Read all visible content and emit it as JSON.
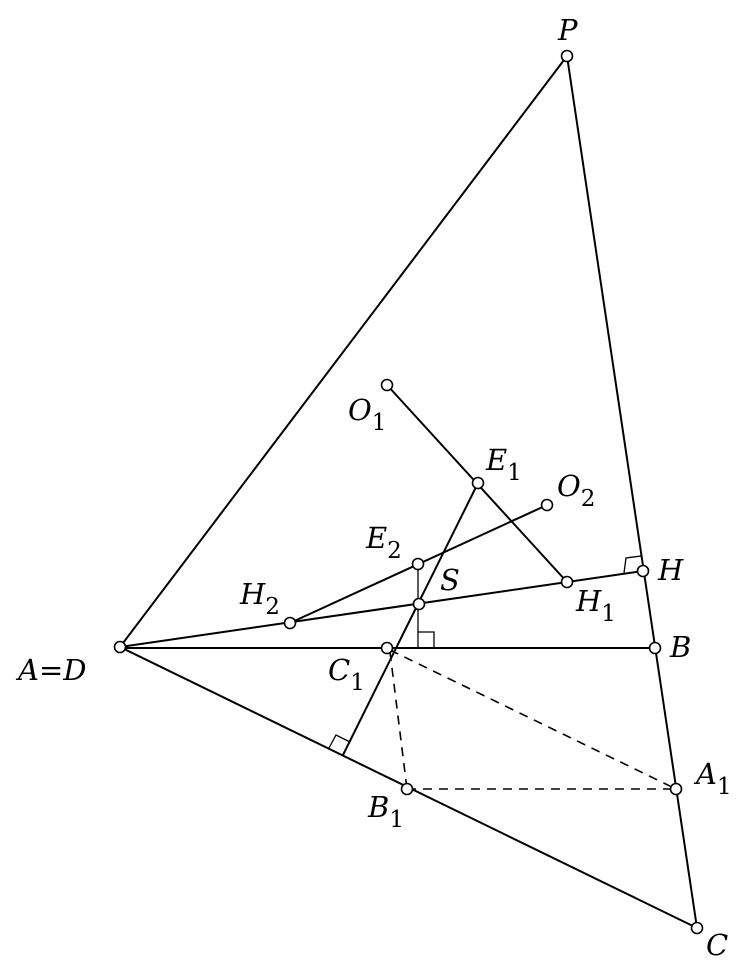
{
  "labels": {
    "P": {
      "main": "P"
    },
    "AD": {
      "main": "A=D"
    },
    "B": {
      "main": "B"
    },
    "C": {
      "main": "C"
    },
    "H": {
      "main": "H"
    },
    "A1": {
      "main": "A",
      "sub": "1"
    },
    "B1": {
      "main": "B",
      "sub": "1"
    },
    "C1": {
      "main": "C",
      "sub": "1"
    },
    "S": {
      "main": "S"
    },
    "E1": {
      "main": "E",
      "sub": "1"
    },
    "E2": {
      "main": "E",
      "sub": "2"
    },
    "O1": {
      "main": "O",
      "sub": "1"
    },
    "O2": {
      "main": "O",
      "sub": "2"
    },
    "H1": {
      "main": "H",
      "sub": "1"
    },
    "H2": {
      "main": "H",
      "sub": "2"
    }
  }
}
